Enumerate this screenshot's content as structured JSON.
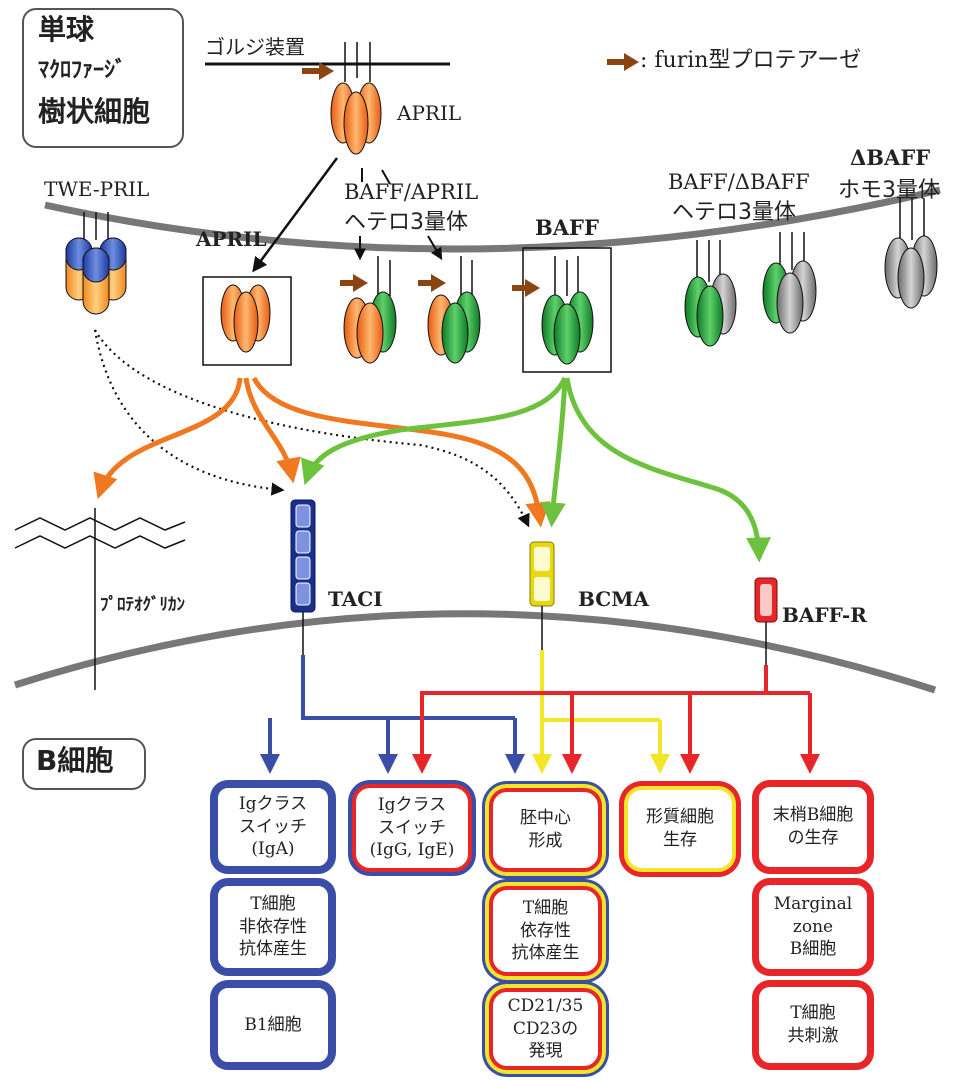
{
  "cell_label_top": [
    "単球",
    "ﾏｸﾛﾌｧｰｼﾞ",
    "樹状細胞"
  ],
  "golgi_label": "ゴルジ装置",
  "legend_text": ": furin型プロテアーゼ",
  "april_top_label": "APRIL",
  "twe_label": "TWE-PRIL",
  "april_label": "APRIL",
  "hetero_label": [
    "BAFF/APRIL",
    "ヘテロ3量体"
  ],
  "baff_label": "BAFF",
  "baff_delta_hetero": [
    "BAFF/ΔBAFF",
    "ヘテロ3量体"
  ],
  "delta_homo": [
    "ΔBAFF",
    "ホモ3量体"
  ],
  "proteoglycan": "ﾌﾟﾛﾃｵｸﾞﾘｶﾝ",
  "taci": "TACI",
  "bcma": "BCMA",
  "baffr": "BAFF-R",
  "b_cell_label": "B細胞",
  "colors": {
    "april_orange": "#f07820",
    "baff_green": "#2a9e3a",
    "taci_blue": "#3a4ea8",
    "bcma_yellow": "#f2e52a",
    "baffr_red": "#e8262a",
    "gray": "#9a9a9a",
    "furin_brown": "#8b4513"
  },
  "outcomes": {
    "igA": "Igクラス\nスイッチ\n(IgA)",
    "t_indep": "T細胞\n非依存性\n抗体産生",
    "b1": "B1細胞",
    "igGE": "Igクラス\nスイッチ\n(IgG, IgE)",
    "gc": "胚中心\n形成",
    "t_dep": "T細胞\n依存性\n抗体産生",
    "cd21": "CD21/35\nCD23の\n発現",
    "plasma": "形質細胞\n生存",
    "peripheral": "末梢B細胞\nの生存",
    "marginal": "Marginal\nzone\nB細胞",
    "costim": "T細胞\n共刺激"
  }
}
